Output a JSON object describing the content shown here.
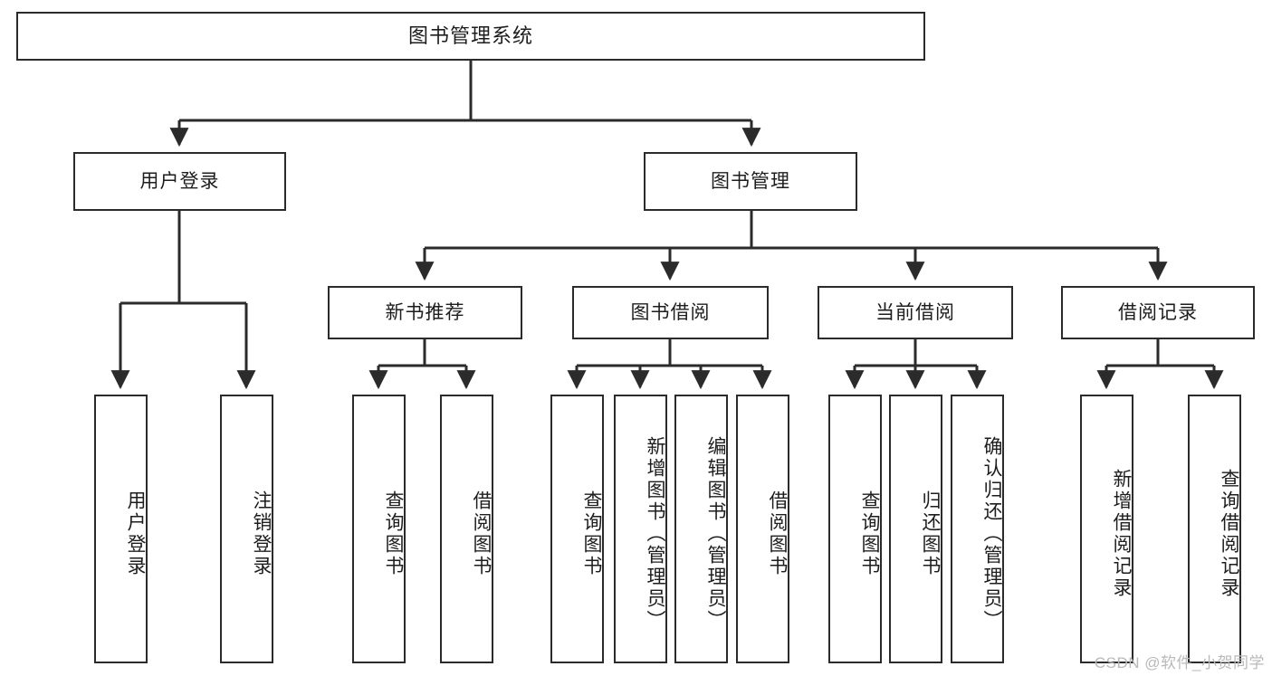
{
  "diagram": {
    "title": "图书管理系统",
    "type": "hierarchy-tree",
    "watermark": "CSDN @软件_小贺同学",
    "colors": {
      "box_border": "#2b2b2b",
      "box_fill": "#ffffff",
      "connector": "#2b2b2b",
      "text": "#1d1d1d",
      "watermark": "#b9b9b9"
    },
    "levels": {
      "root": "图书管理系统",
      "level2": [
        "用户登录",
        "图书管理"
      ],
      "level3": [
        "新书推荐",
        "图书借阅",
        "当前借阅",
        "借阅记录"
      ]
    },
    "nodes": {
      "root": {
        "label": "图书管理系统"
      },
      "user_login": {
        "label": "用户登录"
      },
      "book_manage": {
        "label": "图书管理"
      },
      "new_book_rec": {
        "label": "新书推荐"
      },
      "book_borrow": {
        "label": "图书借阅"
      },
      "current_borrow": {
        "label": "当前借阅"
      },
      "borrow_record": {
        "label": "借阅记录"
      },
      "leaf_user_login": {
        "label": "用户登录"
      },
      "leaf_logout": {
        "label": "注销登录"
      },
      "leaf_query_book_1": {
        "label": "查询图书"
      },
      "leaf_borrow_book_1": {
        "label": "借阅图书"
      },
      "leaf_query_book_2": {
        "label": "查询图书"
      },
      "leaf_add_book": {
        "label": "新增图书（管理员）"
      },
      "leaf_edit_book": {
        "label": "编辑图书（管理员）"
      },
      "leaf_borrow_book_2": {
        "label": "借阅图书"
      },
      "leaf_query_book_3": {
        "label": "查询图书"
      },
      "leaf_return_book": {
        "label": "归还图书"
      },
      "leaf_confirm_return": {
        "label": "确认归还（管理员）"
      },
      "leaf_add_record": {
        "label": "新增借阅记录"
      },
      "leaf_query_record": {
        "label": "查询借阅记录"
      }
    },
    "edges": [
      {
        "from": "root",
        "to": "user_login"
      },
      {
        "from": "root",
        "to": "book_manage"
      },
      {
        "from": "user_login",
        "to": "leaf_user_login"
      },
      {
        "from": "user_login",
        "to": "leaf_logout"
      },
      {
        "from": "book_manage",
        "to": "new_book_rec"
      },
      {
        "from": "book_manage",
        "to": "book_borrow"
      },
      {
        "from": "book_manage",
        "to": "current_borrow"
      },
      {
        "from": "book_manage",
        "to": "borrow_record"
      },
      {
        "from": "new_book_rec",
        "to": "leaf_query_book_1"
      },
      {
        "from": "new_book_rec",
        "to": "leaf_borrow_book_1"
      },
      {
        "from": "book_borrow",
        "to": "leaf_query_book_2"
      },
      {
        "from": "book_borrow",
        "to": "leaf_add_book"
      },
      {
        "from": "book_borrow",
        "to": "leaf_edit_book"
      },
      {
        "from": "book_borrow",
        "to": "leaf_borrow_book_2"
      },
      {
        "from": "current_borrow",
        "to": "leaf_query_book_3"
      },
      {
        "from": "current_borrow",
        "to": "leaf_return_book"
      },
      {
        "from": "current_borrow",
        "to": "leaf_confirm_return"
      },
      {
        "from": "borrow_record",
        "to": "leaf_add_record"
      },
      {
        "from": "borrow_record",
        "to": "leaf_query_record"
      }
    ]
  }
}
